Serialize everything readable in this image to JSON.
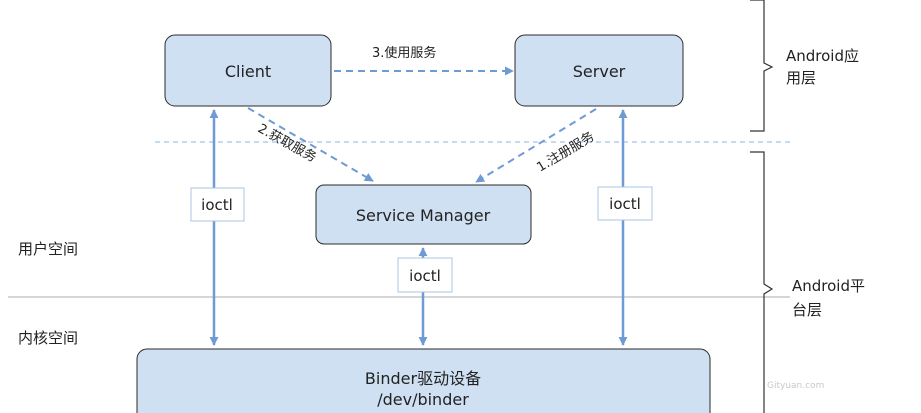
{
  "colors": {
    "box_fill": "#cfe0f3",
    "box_stroke": "#2b2b2b",
    "arrow": "#6f9bd4",
    "divider": "#a7c3e5",
    "kernel_line": "#c8c8c8",
    "bracket": "#333333"
  },
  "nodes": {
    "client": "Client",
    "server": "Server",
    "service_manager": "Service Manager",
    "binder_line1": "Binder驱动设备",
    "binder_line2": "/dev/binder"
  },
  "edges": {
    "use_service": "3.使用服务",
    "get_service": "2.获取服务",
    "register_service": "1.注册服务"
  },
  "ioctl": {
    "left": "ioctl",
    "center": "ioctl",
    "right": "ioctl"
  },
  "side_labels": {
    "app_layer_line1": "Android应",
    "app_layer_line2": "用层",
    "platform_layer_line1": "Android平",
    "platform_layer_line2": "台层",
    "user_space": "用户空间",
    "kernel_space": "内核空间"
  },
  "watermark": "Gityuan.com"
}
